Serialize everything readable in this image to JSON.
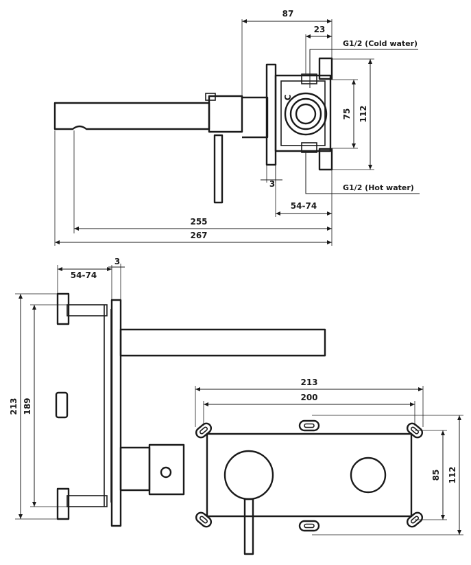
{
  "top_view": {
    "dims": {
      "d87": "87",
      "d23": "23",
      "d75": "75",
      "d112": "112",
      "d3": "3",
      "d54_74": "54-74",
      "d255": "255",
      "d267": "267"
    },
    "cold_label": "G1/2 (Cold water)",
    "hot_label": "G1/2 (Hot water)",
    "c_marker": "C"
  },
  "side_view": {
    "dims": {
      "d54_74": "54-74",
      "d3": "3",
      "d213": "213",
      "d189": "189"
    }
  },
  "front_view": {
    "dims": {
      "d213": "213",
      "d200": "200",
      "d85": "85",
      "d112": "112"
    }
  }
}
